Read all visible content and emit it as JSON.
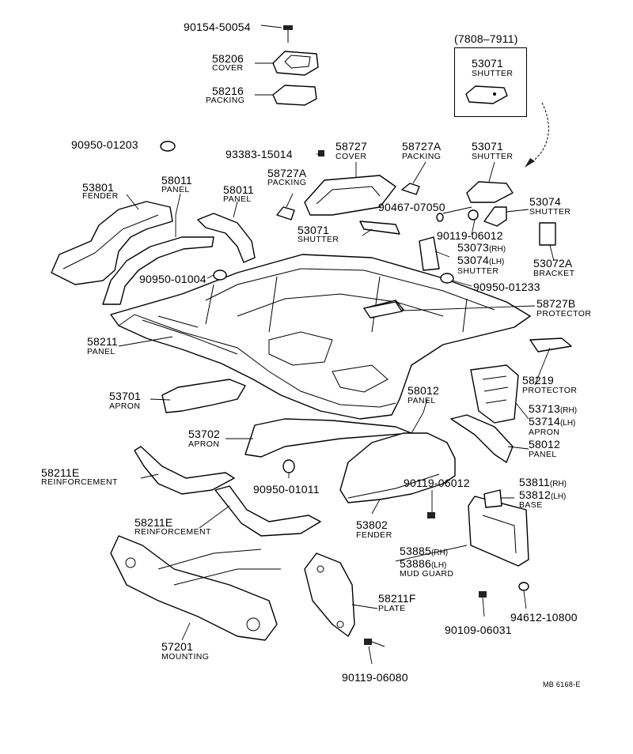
{
  "parts": {
    "bolt_top": {
      "number": "90154-50054"
    },
    "cover_58206": {
      "number": "58206",
      "name": "COVER"
    },
    "packing_58216": {
      "number": "58216",
      "name": "PACKING"
    },
    "grommet_01203": {
      "number": "90950-01203"
    },
    "fender_53801": {
      "number": "53801",
      "name": "FENDER"
    },
    "panel_58011_a": {
      "number": "58011",
      "name": "PANEL"
    },
    "panel_58011_b": {
      "number": "58011",
      "name": "PANEL"
    },
    "bolt_93383": {
      "number": "93383-15014"
    },
    "packing_58727a_a": {
      "number": "58727A",
      "name": "PACKING"
    },
    "cover_58727": {
      "number": "58727",
      "name": "COVER"
    },
    "packing_58727a_b": {
      "number": "58727A",
      "name": "PACKING"
    },
    "shutter_53071_inset": {
      "number": "53071",
      "name": "SHUTTER",
      "range": "(7808–7911)"
    },
    "shutter_53071_b": {
      "number": "53071",
      "name": "SHUTTER"
    },
    "shutter_53074": {
      "number": "53074",
      "name": "SHUTTER"
    },
    "clip_07050": {
      "number": "90467-07050"
    },
    "bolt_06012_a": {
      "number": "90119-06012"
    },
    "shutter_53071_c": {
      "number": "53071",
      "name": "SHUTTER"
    },
    "shutter_53073_74": {
      "number_rh": "53073",
      "suffix_rh": "(RH)",
      "number_lh": "53074",
      "suffix_lh": "(LH)",
      "name": "SHUTTER"
    },
    "bracket_53072a": {
      "number": "53072A",
      "name": "BRACKET"
    },
    "grommet_01004": {
      "number": "90950-01004"
    },
    "grommet_01233": {
      "number": "90950-01233"
    },
    "protector_58727b": {
      "number": "58727B",
      "name": "PROTECTOR"
    },
    "panel_58211": {
      "number": "58211",
      "name": "PANEL"
    },
    "protector_58219": {
      "number": "58219",
      "name": "PROTECTOR"
    },
    "apron_53701": {
      "number": "53701",
      "name": "APRON"
    },
    "panel_58012_a": {
      "number": "58012",
      "name": "PANEL"
    },
    "apron_53713_14": {
      "number_rh": "53713",
      "suffix_rh": "(RH)",
      "number_lh": "53714",
      "suffix_lh": "(LH)",
      "name": "APRON"
    },
    "apron_53702": {
      "number": "53702",
      "name": "APRON"
    },
    "panel_58012_b": {
      "number": "58012",
      "name": "PANEL"
    },
    "reinf_58211e_a": {
      "number": "58211E",
      "name": "REINFORCEMENT"
    },
    "grommet_01011": {
      "number": "90950-01011"
    },
    "bolt_06012_b": {
      "number": "90119-06012"
    },
    "base_53811_12": {
      "number_rh": "53811",
      "suffix_rh": "(RH)",
      "number_lh": "53812",
      "suffix_lh": "(LH)",
      "name": "BASE"
    },
    "reinf_58211e_b": {
      "number": "58211E",
      "name": "REINFORCEMENT"
    },
    "fender_53802": {
      "number": "53802",
      "name": "FENDER"
    },
    "mudguard_53885_86": {
      "number_rh": "53885",
      "suffix_rh": "(RH)",
      "number_lh": "53886",
      "suffix_lh": "(LH)",
      "name": "MUD GUARD"
    },
    "plate_58211f": {
      "number": "58211F",
      "name": "PLATE"
    },
    "washer_10800": {
      "number": "94612-10800"
    },
    "bolt_06031": {
      "number": "90109-06031"
    },
    "mounting_57201": {
      "number": "57201",
      "name": "MOUNTING"
    },
    "bolt_06080": {
      "number": "90119-06080"
    }
  },
  "figure_code": "MB 6168-E"
}
